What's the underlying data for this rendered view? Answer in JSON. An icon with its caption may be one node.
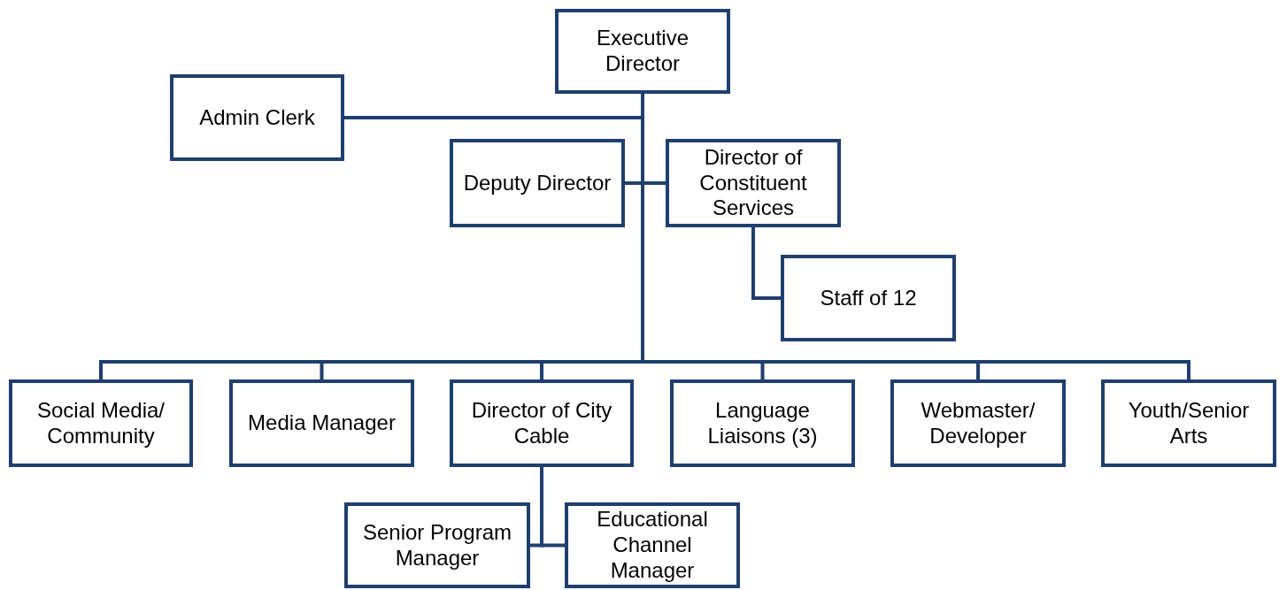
{
  "diagram": {
    "nodes": [
      {
        "text": [
          "Executive Director"
        ]
      },
      {
        "text": [
          "Admin Clerk"
        ]
      },
      {
        "text": [
          "Deputy Director"
        ]
      },
      {
        "text": [
          "Director of Constituent Services"
        ]
      },
      {
        "text": [
          "Staff of 12"
        ]
      },
      {
        "text": [
          "Social Media/ Community"
        ]
      },
      {
        "text": [
          "Media Manager"
        ]
      },
      {
        "text": [
          "Director of City Cable"
        ]
      },
      {
        "text": [
          "Language Liaisons (3)"
        ]
      },
      {
        "text": [
          "Webmaster/ Developer"
        ]
      },
      {
        "text": [
          "Youth/Senior Arts"
        ]
      },
      {
        "text": [
          "Senior Program Manager"
        ]
      },
      {
        "text": [
          "Educational Channel Manager"
        ]
      }
    ],
    "edges": [
      {
        "from": 0,
        "to": 1,
        "arrow": "none"
      },
      {
        "from": 0,
        "to": 2,
        "arrow": "none"
      },
      {
        "from": 0,
        "to": 3,
        "arrow": "none"
      },
      {
        "from": 3,
        "to": 4,
        "arrow": "none"
      },
      {
        "from": 0,
        "to": 5,
        "arrow": "none"
      },
      {
        "from": 0,
        "to": 6,
        "arrow": "none"
      },
      {
        "from": 0,
        "to": 7,
        "arrow": "none"
      },
      {
        "from": 0,
        "to": 8,
        "arrow": "none"
      },
      {
        "from": 0,
        "to": 9,
        "arrow": "none"
      },
      {
        "from": 0,
        "to": 10,
        "arrow": "none"
      },
      {
        "from": 7,
        "to": 11,
        "arrow": "none"
      },
      {
        "from": 7,
        "to": 12,
        "arrow": "none"
      }
    ]
  }
}
